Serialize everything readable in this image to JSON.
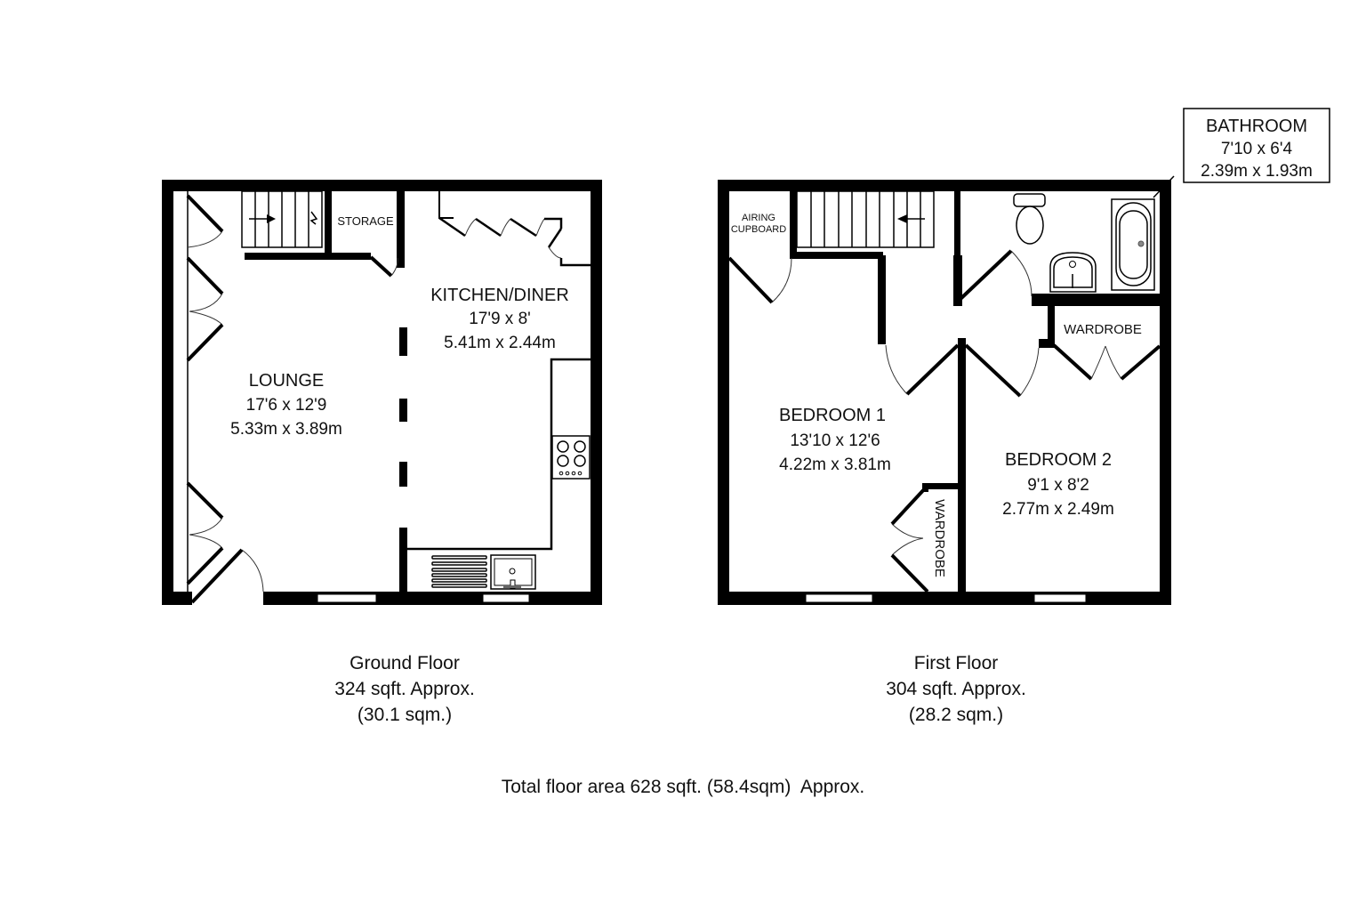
{
  "ground_floor": {
    "rooms": [
      {
        "name": "LOUNGE",
        "imperial": "17'6 x 12'9",
        "metric": "5.33m x 3.89m"
      },
      {
        "name": "KITCHEN/DINER",
        "imperial": "17'9 x 8'",
        "metric": "5.41m x 2.44m"
      },
      {
        "name": "STORAGE"
      }
    ],
    "summary": {
      "title": "Ground Floor",
      "sqft": "324 sqft. Approx.",
      "sqm": "(30.1 sqm.)"
    }
  },
  "first_floor": {
    "rooms": [
      {
        "name": "BATHROOM",
        "imperial": "7'10 x 6'4",
        "metric": "2.39m x 1.93m"
      },
      {
        "name": "BEDROOM 1",
        "imperial": "13'10 x 12'6",
        "metric": "4.22m x 3.81m"
      },
      {
        "name": "BEDROOM 2",
        "imperial": "9'1 x 8'2",
        "metric": "2.77m x 2.49m"
      },
      {
        "name": "AIRING",
        "name2": "CUPBOARD"
      },
      {
        "name": "WARDROBE"
      },
      {
        "name": "WARDROBE"
      }
    ],
    "summary": {
      "title": "First Floor",
      "sqft": "304 sqft. Approx.",
      "sqm": "(28.2 sqm.)"
    }
  },
  "total": "Total floor area 628 sqft. (58.4sqm)  Approx.",
  "icons": {
    "stairs": "stairs-icon",
    "hob": "hob-icon",
    "sink": "kitchen-sink-icon",
    "toilet": "toilet-icon",
    "basin": "basin-icon",
    "bath": "bath-icon"
  },
  "colors": {
    "wall": "#000000",
    "background": "#ffffff",
    "text": "#111111"
  }
}
